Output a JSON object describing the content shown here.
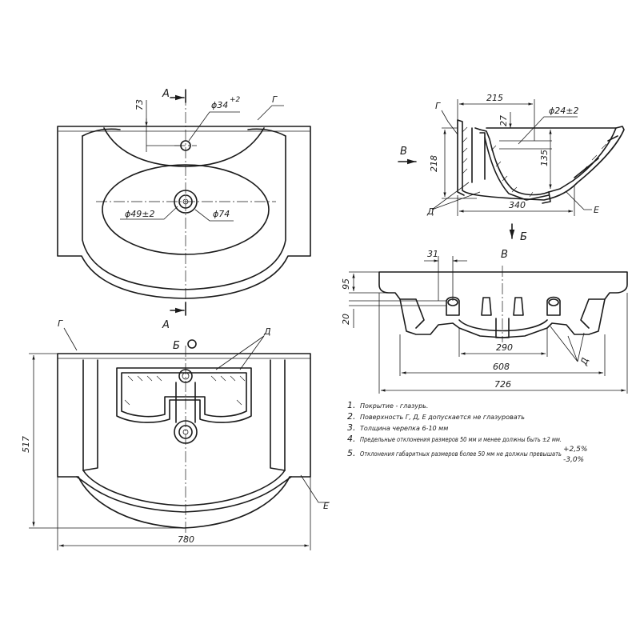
{
  "top_view": {
    "dim_73": "73",
    "dim_d34": "ϕ34",
    "dim_d34_tol": "+2",
    "surface_g": "Г",
    "section_a_top": "А",
    "section_a_bottom": "А",
    "dim_d49": "ϕ49±2",
    "dim_d74": "ϕ74"
  },
  "section_view": {
    "dim_215": "215",
    "surface_g": "Г",
    "dim_d24": "ϕ24±2",
    "dim_27": "27",
    "dim_218": "218",
    "dim_135": "135",
    "view_b": "В",
    "surface_d": "Д",
    "dim_340": "340",
    "surface_e": "Е",
    "view_be": "Б"
  },
  "side_view": {
    "view_label": "В",
    "dim_31": "31",
    "dim_95": "95",
    "dim_20": "20",
    "dim_290": "290",
    "dim_608": "608",
    "dim_726": "726",
    "surface_d": "Д"
  },
  "bottom_view": {
    "surface_g": "Г",
    "view_label": "Б",
    "surface_d": "Д",
    "dim_517": "517",
    "surface_e": "Е",
    "dim_780": "780"
  },
  "notes": [
    {
      "num": "1.",
      "text": "Покрытие - глазурь."
    },
    {
      "num": "2.",
      "text": "Поверхность Г, Д, Е допускается не глазуровать"
    },
    {
      "num": "3.",
      "text": "Толщина черепка 6-10 мм"
    },
    {
      "num": "4.",
      "text": "Предельные отклонения размеров 50 мм и менее должны быть ±2  мм."
    },
    {
      "num": "5.",
      "text": "Отклонения габаритных размеров более 50 мм не должны превышать",
      "tol_plus": "+2,5%",
      "tol_minus": "-3,0%"
    }
  ]
}
